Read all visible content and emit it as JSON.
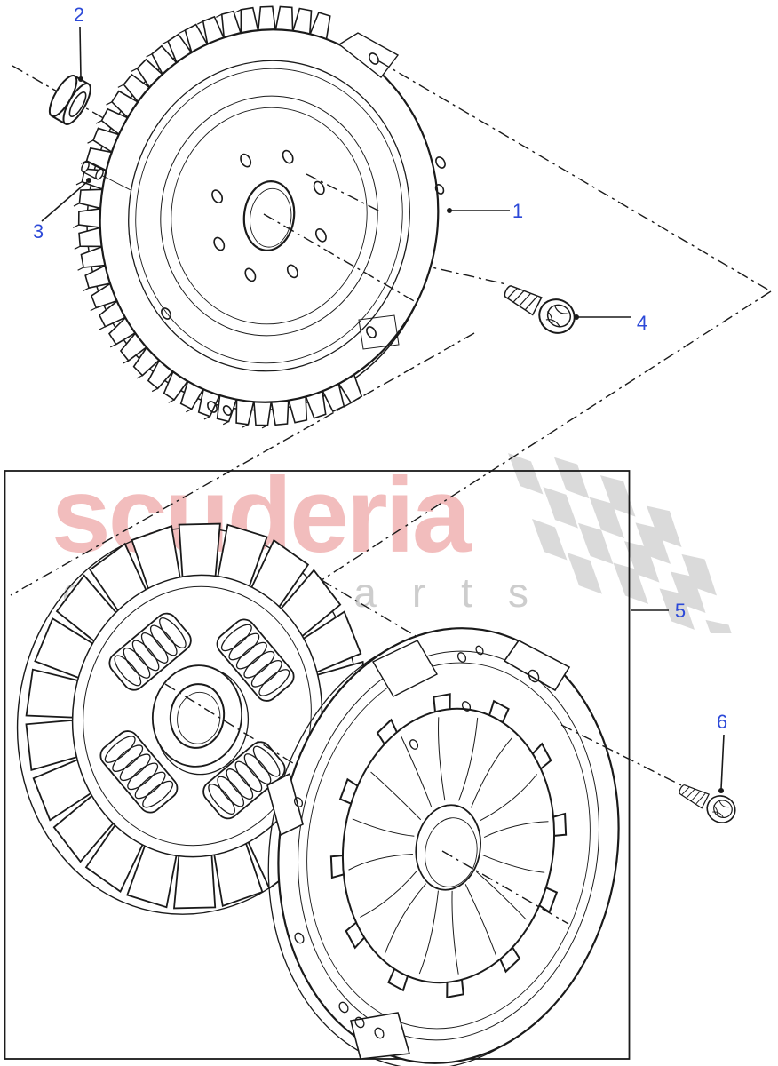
{
  "watermark": {
    "brand": "scuderia",
    "subtitle": "car parts"
  },
  "callouts": [
    {
      "label": "1"
    },
    {
      "label": "2"
    },
    {
      "label": "3"
    },
    {
      "label": "4"
    },
    {
      "label": "5"
    },
    {
      "label": "6"
    }
  ],
  "colors": {
    "line": "#1a1a1a",
    "callout_blue": "#2c49d8",
    "watermark_pink": "#f2bdbd",
    "watermark_gray": "#cdcdcd",
    "checker_gray": "#dadada"
  }
}
